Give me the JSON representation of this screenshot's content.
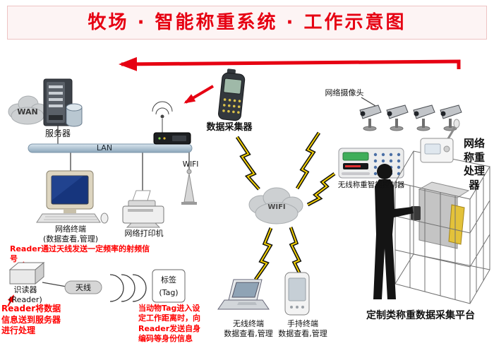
{
  "title": "牧场 · 智能称重系统 · 工作示意图",
  "nodes": {
    "wan": {
      "label": "WAN"
    },
    "server": {
      "label": "服务器"
    },
    "lan": {
      "label": "LAN"
    },
    "wifi_ap": {
      "label": "WIFI"
    },
    "network_terminal": {
      "label": "网络终端",
      "sub": "(数据查看,管理)"
    },
    "network_printer": {
      "label": "网络打印机"
    },
    "data_collector": {
      "label": "数据采集器"
    },
    "network_camera": {
      "label": "网络摄像头"
    },
    "weighing_processor": {
      "label": "网络称重处理器"
    },
    "wireless_controller": {
      "label": "无线称重智能控制器"
    },
    "wifi_cloud": {
      "label": "WIFI"
    },
    "reader": {
      "label": "识读器",
      "sub": "(Reader)"
    },
    "antenna": {
      "label": "天线"
    },
    "tag": {
      "label": "标签",
      "sub": "(Tag)"
    },
    "wireless_terminal": {
      "label": "无线终端",
      "sub": "数据查看,管理"
    },
    "handheld_terminal": {
      "label": "手持终端",
      "sub": "数据查看,管理"
    },
    "platform": {
      "label": "定制类称重数据采集平台"
    }
  },
  "annotations": {
    "reader_rf_signal": "Reader通过天线发送一定频率的射频信号",
    "reader_to_server": "Reader将数据信息送到服务器进行处理",
    "tag_identity": "当动物Tag进入设定工作距离时，向Reader发送自身编码等身份信息"
  },
  "colors": {
    "title_red": "#e60012",
    "annotation_red": "#ff0000",
    "lightning_yellow": "#ffd800",
    "lan_bar": "#a9c0d0",
    "cloud_gray": "#cdd0d2",
    "screen_blue": "#16357d"
  }
}
